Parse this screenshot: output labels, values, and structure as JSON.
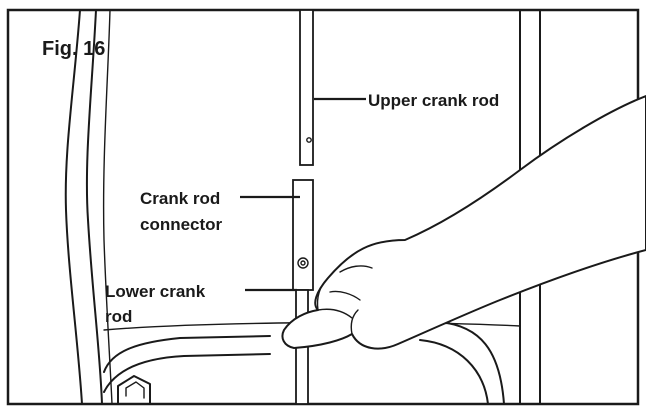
{
  "figure": {
    "title": "Fig. 16",
    "labels": {
      "upper_crank_rod": "Upper crank rod",
      "crank_rod_connector_line1": "Crank rod",
      "crank_rod_connector_line2": "connector",
      "lower_crank_rod_line1": "Lower crank",
      "lower_crank_rod_line2": "rod"
    }
  }
}
